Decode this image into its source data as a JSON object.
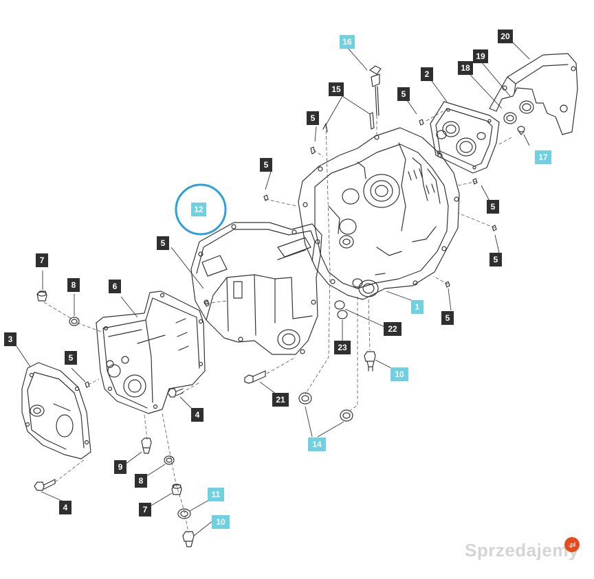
{
  "diagram": {
    "callouts": [
      {
        "id": "c20",
        "text": "20",
        "style": "dark"
      },
      {
        "id": "c16",
        "text": "16",
        "style": "cyan"
      },
      {
        "id": "c19",
        "text": "19",
        "style": "dark"
      },
      {
        "id": "c18",
        "text": "18",
        "style": "dark"
      },
      {
        "id": "c2",
        "text": "2",
        "style": "dark"
      },
      {
        "id": "c15",
        "text": "15",
        "style": "dark"
      },
      {
        "id": "c5a",
        "text": "5",
        "style": "dark"
      },
      {
        "id": "c5b",
        "text": "5",
        "style": "dark"
      },
      {
        "id": "c17",
        "text": "17",
        "style": "cyan"
      },
      {
        "id": "c5c",
        "text": "5",
        "style": "dark"
      },
      {
        "id": "c12",
        "text": "12",
        "style": "cyan"
      },
      {
        "id": "c5d",
        "text": "5",
        "style": "dark"
      },
      {
        "id": "c5e",
        "text": "5",
        "style": "dark"
      },
      {
        "id": "c5f",
        "text": "5",
        "style": "dark"
      },
      {
        "id": "c7a",
        "text": "7",
        "style": "dark"
      },
      {
        "id": "c8a",
        "text": "8",
        "style": "dark"
      },
      {
        "id": "c6",
        "text": "6",
        "style": "dark"
      },
      {
        "id": "c1",
        "text": "1",
        "style": "cyan"
      },
      {
        "id": "c5g",
        "text": "5",
        "style": "dark"
      },
      {
        "id": "c22",
        "text": "22",
        "style": "dark"
      },
      {
        "id": "c3",
        "text": "3",
        "style": "dark"
      },
      {
        "id": "c23",
        "text": "23",
        "style": "dark"
      },
      {
        "id": "c5h",
        "text": "5",
        "style": "dark"
      },
      {
        "id": "c10a",
        "text": "10",
        "style": "cyan"
      },
      {
        "id": "c21",
        "text": "21",
        "style": "dark"
      },
      {
        "id": "c4a",
        "text": "4",
        "style": "dark"
      },
      {
        "id": "c14",
        "text": "14",
        "style": "cyan"
      },
      {
        "id": "c9",
        "text": "9",
        "style": "dark"
      },
      {
        "id": "c8b",
        "text": "8",
        "style": "dark"
      },
      {
        "id": "c11",
        "text": "11",
        "style": "cyan"
      },
      {
        "id": "c4b",
        "text": "4",
        "style": "dark"
      },
      {
        "id": "c7b",
        "text": "7",
        "style": "dark"
      },
      {
        "id": "c10b",
        "text": "10",
        "style": "cyan"
      }
    ],
    "highlight_color": "#2aa0d8",
    "label_dark_color": "#2f2f2f",
    "label_cyan_color": "#6ed0e0"
  },
  "watermark": {
    "text": "Sprzedajemy",
    "badge": ".pl"
  }
}
